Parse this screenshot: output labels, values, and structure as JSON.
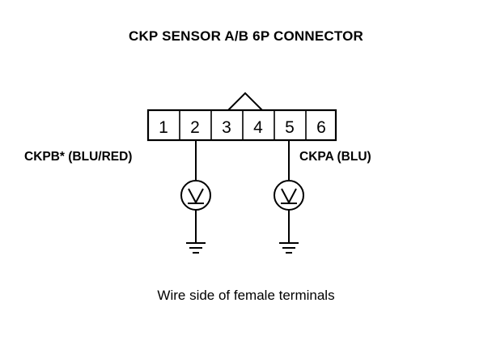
{
  "title": "CKP SENSOR A/B 6P CONNECTOR",
  "connector": {
    "pins": [
      "1",
      "2",
      "3",
      "4",
      "5",
      "6"
    ]
  },
  "labels": {
    "ckpb": "CKPB* (BLU/RED)",
    "ckpa": "CKPA (BLU)"
  },
  "meter_symbol": "V",
  "caption": "Wire side of female terminals"
}
